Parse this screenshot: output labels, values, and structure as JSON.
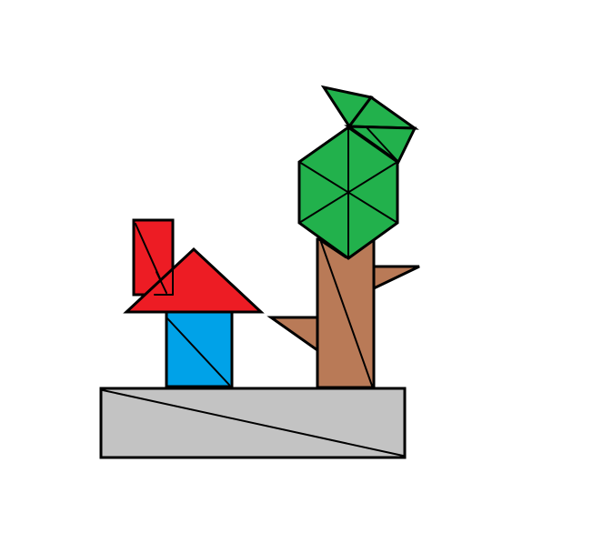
{
  "colors": {
    "background": "#ffffff",
    "ground": "#c3c3c3",
    "house_roof": "#ed1c24",
    "house_chimney": "#ed1c24",
    "house_wall": "#00a2e8",
    "tree_trunk": "#b97a57",
    "tree_branch": "#b97a57",
    "tree_crown": "#22b14c",
    "outline": "#000000"
  },
  "icons": {
    "ground": "ground-slab-rectangle",
    "chimney": "chimney-rectangle",
    "roof": "roof-triangle",
    "wall": "wall-square",
    "trunk": "trunk-rectangle",
    "left_branch": "branch-triangle",
    "right_branch": "branch-triangle",
    "crown": "crown-hexagon",
    "leaf_cluster": "leaf-cluster-triangles"
  }
}
